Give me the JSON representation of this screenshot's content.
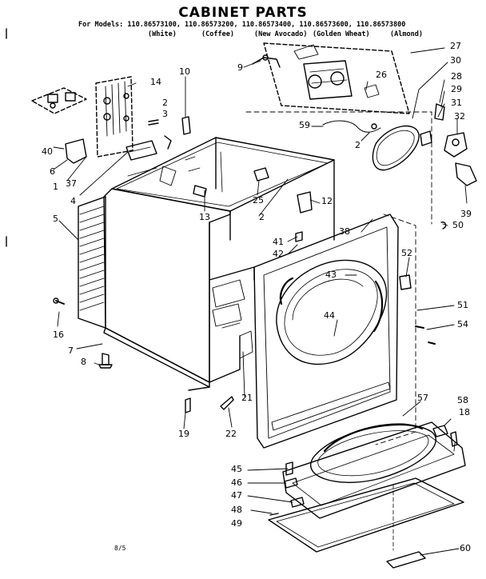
{
  "title": "CABINET PARTS",
  "models_line": "For Models: 110.86573100, 110.86573200, 110.86573400, 110.86573600, 110.86573800",
  "colors": [
    "(White)",
    "(Coffee)",
    "(New Avocado)",
    "(Golden Wheat)",
    "(Almond)"
  ],
  "footer": "8/5",
  "callouts": {
    "p2a": "2",
    "p3": "3",
    "p10": "10",
    "p14": "14",
    "p9": "9",
    "p27": "27",
    "p26": "26",
    "p30": "30",
    "p28": "28",
    "p29": "29",
    "p31": "31",
    "p32": "32",
    "p59": "59",
    "p2b": "2",
    "p40": "40",
    "p6": "6",
    "p1": "1",
    "p37": "37",
    "p4": "4",
    "p5": "5",
    "p13": "13",
    "p25": "25",
    "p2c": "2",
    "p12": "12",
    "p39": "39",
    "p50": "50",
    "p38": "38",
    "p41": "41",
    "p42": "42",
    "p52": "52",
    "p43": "43",
    "p44": "44",
    "p51": "51",
    "p54": "54",
    "p16": "16",
    "p7": "7",
    "p8": "8",
    "p21": "21",
    "p19": "19",
    "p22": "22",
    "p57": "57",
    "p58": "58",
    "p18": "18",
    "p45": "45",
    "p46": "46",
    "p47": "47",
    "p48": "48",
    "p49": "49",
    "p60": "60"
  }
}
